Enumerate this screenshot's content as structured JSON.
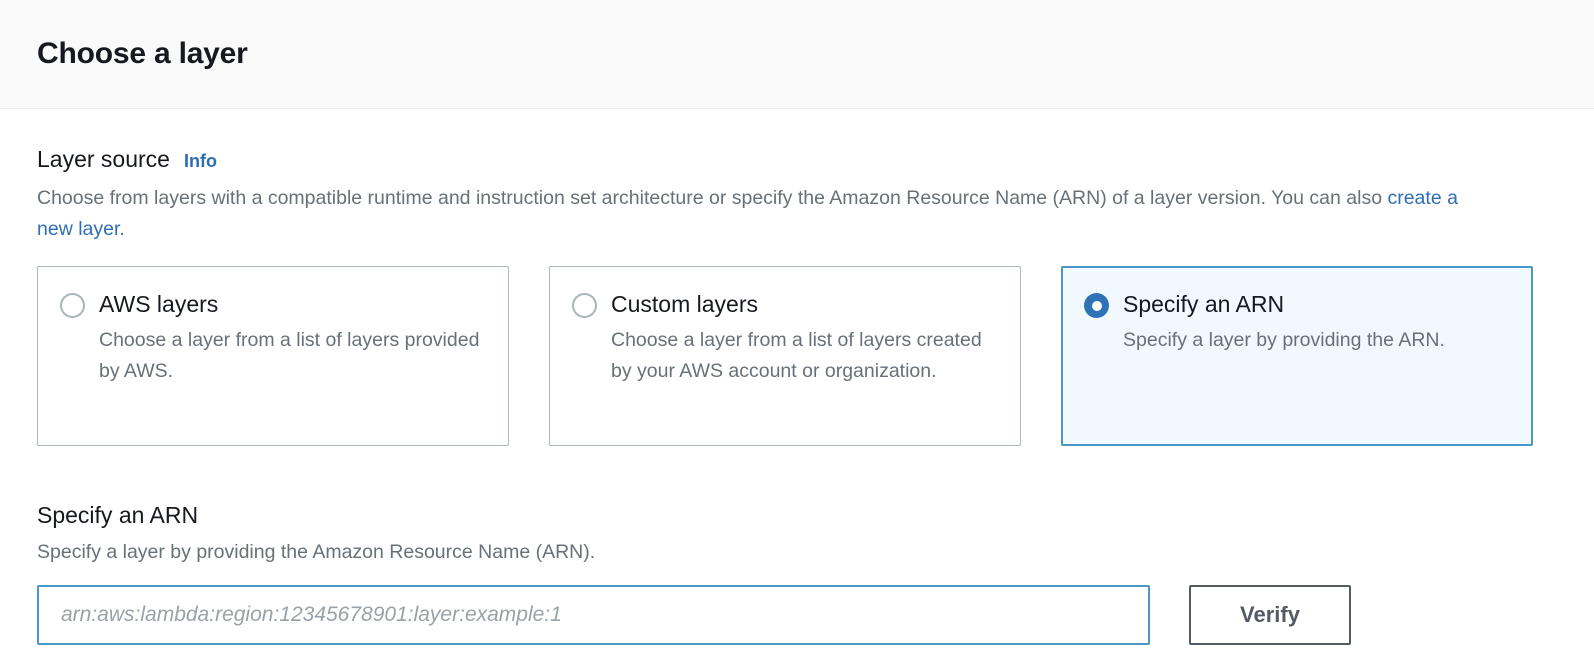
{
  "header": {
    "title": "Choose a layer"
  },
  "layer_source": {
    "label": "Layer source",
    "info_label": "Info",
    "description_before_link": "Choose from layers with a compatible runtime and instruction set architecture or specify the Amazon Resource Name (ARN) of a layer version. You can also ",
    "description_link": "create a new layer.",
    "options": [
      {
        "title": "AWS layers",
        "description": "Choose a layer from a list of layers provided by AWS.",
        "selected": false
      },
      {
        "title": "Custom layers",
        "description": "Choose a layer from a list of layers created by your AWS account or organization.",
        "selected": false
      },
      {
        "title": "Specify an ARN",
        "description": "Specify a layer by providing the ARN.",
        "selected": true
      }
    ]
  },
  "arn_section": {
    "label": "Specify an ARN",
    "description": "Specify a layer by providing the Amazon Resource Name (ARN).",
    "input_placeholder": "arn:aws:lambda:region:12345678901:layer:example:1",
    "input_value": "",
    "verify_label": "Verify"
  },
  "colors": {
    "accent_blue": "#2f6eb5",
    "selected_border": "#4a97c9",
    "selected_fill": "#f1f8fe",
    "radio_checked": "#2f73b7",
    "button_border": "#545b64",
    "muted_text": "#687078"
  }
}
